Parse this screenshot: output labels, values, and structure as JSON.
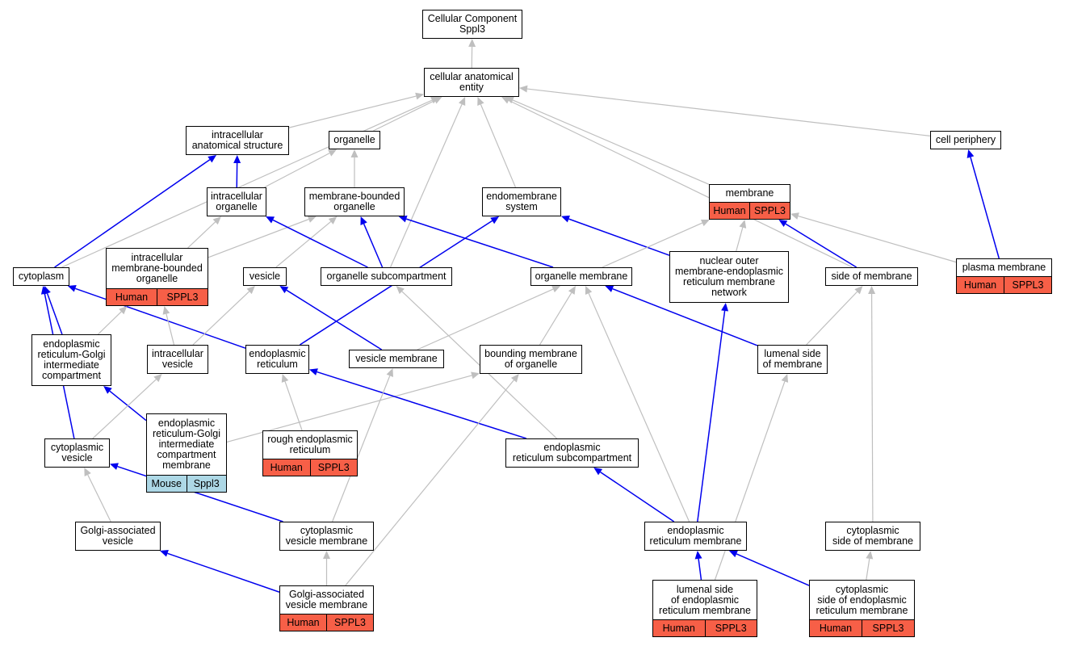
{
  "colors": {
    "is_a_edge": "#bfbfbf",
    "part_of_edge": "#0000ee",
    "human_tag": "#f75f47",
    "mouse_tag": "#add8e6",
    "node_border": "#000000"
  },
  "nodes": {
    "root": {
      "lines": [
        "Cellular Component",
        "Sppl3"
      ]
    },
    "cae": {
      "lines": [
        "cellular anatomical",
        "entity"
      ]
    },
    "ias": {
      "lines": [
        "intracellular",
        "anatomical structure"
      ]
    },
    "organelle": {
      "lines": [
        "organelle"
      ]
    },
    "periphery": {
      "lines": [
        "cell periphery"
      ]
    },
    "io": {
      "lines": [
        "intracellular",
        "organelle"
      ]
    },
    "mbo": {
      "lines": [
        "membrane-bounded",
        "organelle"
      ]
    },
    "endo": {
      "lines": [
        "endomembrane",
        "system"
      ]
    },
    "membrane": {
      "lines": [
        "membrane"
      ],
      "tags": [
        "Human",
        "SPPL3"
      ]
    },
    "cytoplasm": {
      "lines": [
        "cytoplasm"
      ]
    },
    "imbo": {
      "lines": [
        "intracellular",
        "membrane-bounded",
        "organelle"
      ],
      "tags": [
        "Human",
        "SPPL3"
      ]
    },
    "vesicle": {
      "lines": [
        "vesicle"
      ]
    },
    "osub": {
      "lines": [
        "organelle subcompartment"
      ]
    },
    "omem": {
      "lines": [
        "organelle membrane"
      ]
    },
    "nom": {
      "lines": [
        "nuclear outer",
        "membrane-endoplasmic",
        "reticulum membrane",
        "network"
      ]
    },
    "som": {
      "lines": [
        "side of membrane"
      ]
    },
    "pm": {
      "lines": [
        "plasma membrane"
      ],
      "tags": [
        "Human",
        "SPPL3"
      ]
    },
    "ergic": {
      "lines": [
        "endoplasmic",
        "reticulum-Golgi",
        "intermediate",
        "compartment"
      ]
    },
    "iv": {
      "lines": [
        "intracellular",
        "vesicle"
      ]
    },
    "er": {
      "lines": [
        "endoplasmic",
        "reticulum"
      ]
    },
    "vm": {
      "lines": [
        "vesicle membrane"
      ]
    },
    "bmo": {
      "lines": [
        "bounding membrane",
        "of organelle"
      ]
    },
    "lsm": {
      "lines": [
        "lumenal side",
        "of membrane"
      ]
    },
    "ergicm": {
      "lines": [
        "endoplasmic",
        "reticulum-Golgi",
        "intermediate",
        "compartment",
        "membrane"
      ],
      "tags": [
        "Mouse",
        "Sppl3"
      ]
    },
    "rer": {
      "lines": [
        "rough endoplasmic",
        "reticulum"
      ],
      "tags": [
        "Human",
        "SPPL3"
      ]
    },
    "cv": {
      "lines": [
        "cytoplasmic",
        "vesicle"
      ]
    },
    "ersub": {
      "lines": [
        "endoplasmic",
        "reticulum subcompartment"
      ]
    },
    "gav": {
      "lines": [
        "Golgi-associated",
        "vesicle"
      ]
    },
    "cvm": {
      "lines": [
        "cytoplasmic",
        "vesicle membrane"
      ]
    },
    "erm": {
      "lines": [
        "endoplasmic",
        "reticulum membrane"
      ]
    },
    "csm": {
      "lines": [
        "cytoplasmic",
        "side of membrane"
      ]
    },
    "gavm": {
      "lines": [
        "Golgi-associated",
        "vesicle membrane"
      ],
      "tags": [
        "Human",
        "SPPL3"
      ]
    },
    "lserm": {
      "lines": [
        "lumenal side",
        "of endoplasmic",
        "reticulum membrane"
      ],
      "tags": [
        "Human",
        "SPPL3"
      ]
    },
    "cserm": {
      "lines": [
        "cytoplasmic",
        "side of endoplasmic",
        "reticulum membrane"
      ],
      "tags": [
        "Human",
        "SPPL3"
      ]
    }
  },
  "edges": [
    {
      "from": "cae",
      "to": "root",
      "type": "is_a"
    },
    {
      "from": "ias",
      "to": "cae",
      "type": "is_a"
    },
    {
      "from": "organelle",
      "to": "cae",
      "type": "is_a"
    },
    {
      "from": "periphery",
      "to": "cae",
      "type": "is_a"
    },
    {
      "from": "cytoplasm",
      "to": "cae",
      "type": "is_a"
    },
    {
      "from": "osub",
      "to": "cae",
      "type": "is_a"
    },
    {
      "from": "endo",
      "to": "cae",
      "type": "is_a"
    },
    {
      "from": "membrane",
      "to": "cae",
      "type": "is_a"
    },
    {
      "from": "som",
      "to": "cae",
      "type": "is_a"
    },
    {
      "from": "io",
      "to": "organelle",
      "type": "is_a"
    },
    {
      "from": "mbo",
      "to": "organelle",
      "type": "is_a"
    },
    {
      "from": "io",
      "to": "ias",
      "type": "part_of"
    },
    {
      "from": "cytoplasm",
      "to": "ias",
      "type": "part_of"
    },
    {
      "from": "pm",
      "to": "periphery",
      "type": "part_of"
    },
    {
      "from": "imbo",
      "to": "io",
      "type": "is_a"
    },
    {
      "from": "imbo",
      "to": "mbo",
      "type": "is_a"
    },
    {
      "from": "vesicle",
      "to": "mbo",
      "type": "is_a"
    },
    {
      "from": "osub",
      "to": "io",
      "type": "part_of"
    },
    {
      "from": "osub",
      "to": "mbo",
      "type": "part_of"
    },
    {
      "from": "omem",
      "to": "mbo",
      "type": "part_of"
    },
    {
      "from": "nom",
      "to": "endo",
      "type": "part_of"
    },
    {
      "from": "nom",
      "to": "membrane",
      "type": "is_a"
    },
    {
      "from": "omem",
      "to": "membrane",
      "type": "is_a"
    },
    {
      "from": "pm",
      "to": "membrane",
      "type": "is_a"
    },
    {
      "from": "som",
      "to": "membrane",
      "type": "part_of"
    },
    {
      "from": "ergic",
      "to": "cytoplasm",
      "type": "part_of"
    },
    {
      "from": "er",
      "to": "cytoplasm",
      "type": "part_of"
    },
    {
      "from": "cv",
      "to": "cytoplasm",
      "type": "part_of"
    },
    {
      "from": "ergic",
      "to": "imbo",
      "type": "is_a"
    },
    {
      "from": "iv",
      "to": "imbo",
      "type": "is_a"
    },
    {
      "from": "iv",
      "to": "vesicle",
      "type": "is_a"
    },
    {
      "from": "vm",
      "to": "vesicle",
      "type": "part_of"
    },
    {
      "from": "er",
      "to": "endo",
      "type": "part_of"
    },
    {
      "from": "vm",
      "to": "omem",
      "type": "is_a"
    },
    {
      "from": "bmo",
      "to": "omem",
      "type": "is_a"
    },
    {
      "from": "erm",
      "to": "omem",
      "type": "is_a"
    },
    {
      "from": "lsm",
      "to": "omem",
      "type": "part_of"
    },
    {
      "from": "lsm",
      "to": "som",
      "type": "is_a"
    },
    {
      "from": "csm",
      "to": "som",
      "type": "is_a"
    },
    {
      "from": "erm",
      "to": "nom",
      "type": "part_of"
    },
    {
      "from": "ergicm",
      "to": "bmo",
      "type": "is_a"
    },
    {
      "from": "ergicm",
      "to": "ergic",
      "type": "part_of"
    },
    {
      "from": "rer",
      "to": "er",
      "type": "is_a"
    },
    {
      "from": "ersub",
      "to": "er",
      "type": "part_of"
    },
    {
      "from": "ersub",
      "to": "osub",
      "type": "is_a"
    },
    {
      "from": "cv",
      "to": "iv",
      "type": "is_a"
    },
    {
      "from": "gav",
      "to": "cv",
      "type": "is_a"
    },
    {
      "from": "cvm",
      "to": "cv",
      "type": "part_of"
    },
    {
      "from": "cvm",
      "to": "vm",
      "type": "is_a"
    },
    {
      "from": "gavm",
      "to": "gav",
      "type": "part_of"
    },
    {
      "from": "gavm",
      "to": "cvm",
      "type": "is_a"
    },
    {
      "from": "gavm",
      "to": "bmo",
      "type": "is_a"
    },
    {
      "from": "erm",
      "to": "ersub",
      "type": "part_of"
    },
    {
      "from": "lserm",
      "to": "erm",
      "type": "part_of"
    },
    {
      "from": "lserm",
      "to": "lsm",
      "type": "is_a"
    },
    {
      "from": "cserm",
      "to": "erm",
      "type": "part_of"
    },
    {
      "from": "cserm",
      "to": "csm",
      "type": "is_a"
    }
  ]
}
